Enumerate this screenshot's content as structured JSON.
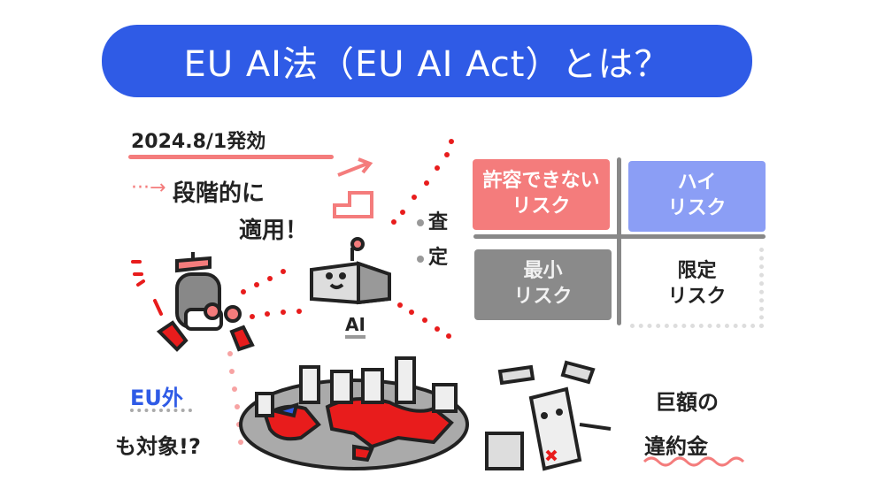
{
  "title": "EU AI法（EU AI Act）とは？",
  "timeline": {
    "date": "2024.8/1発効",
    "phase_line1": "段階的に",
    "phase_line2": "適用！"
  },
  "assessment": {
    "label": "査定",
    "ai_label": "AI"
  },
  "risk_levels": [
    {
      "label_line1": "許容できない",
      "label_line2": "リスク",
      "color": "#f47c7c"
    },
    {
      "label_line1": "ハイ",
      "label_line2": "リスク",
      "color": "#8b9ef5"
    },
    {
      "label_line1": "最小",
      "label_line2": "リスク",
      "color": "#8a8a8a"
    },
    {
      "label_line1": "限定",
      "label_line2": "リスク",
      "color": "#ffffff"
    }
  ],
  "scope": {
    "outside_eu": "EU外",
    "also_target": "も対象!?"
  },
  "penalty": {
    "line1": "巨額の",
    "line2": "違約金"
  },
  "colors": {
    "banner": "#2f5be6",
    "accent_red": "#f47c7c",
    "dot_red": "#e81c1c"
  }
}
